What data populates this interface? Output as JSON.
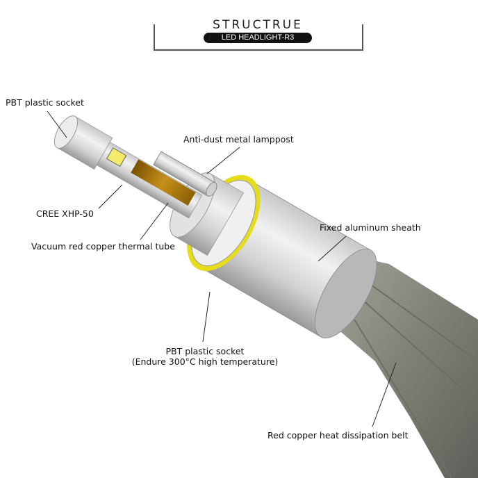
{
  "header": {
    "title": "STRUCTRUE",
    "subtitle": "LED HEADLIGHT-R3"
  },
  "labels": {
    "pbt_socket_top": "PBT plastic socket",
    "anti_dust": "Anti-dust metal lamppost",
    "cree": "CREE XHP-50",
    "copper_tube": "Vacuum red copper thermal tube",
    "aluminum_sheath": "Fixed aluminum sheath",
    "pbt_socket_bottom_line1": "PBT plastic socket",
    "pbt_socket_bottom_line2": "(Endure 300°C high temperature)",
    "heat_belt": "Red copper heat dissipation belt"
  },
  "colors": {
    "ring": "#e6dc1a",
    "copper": "#b8860b",
    "metal": "#d9d9d9",
    "belt": "#8a8d80"
  }
}
